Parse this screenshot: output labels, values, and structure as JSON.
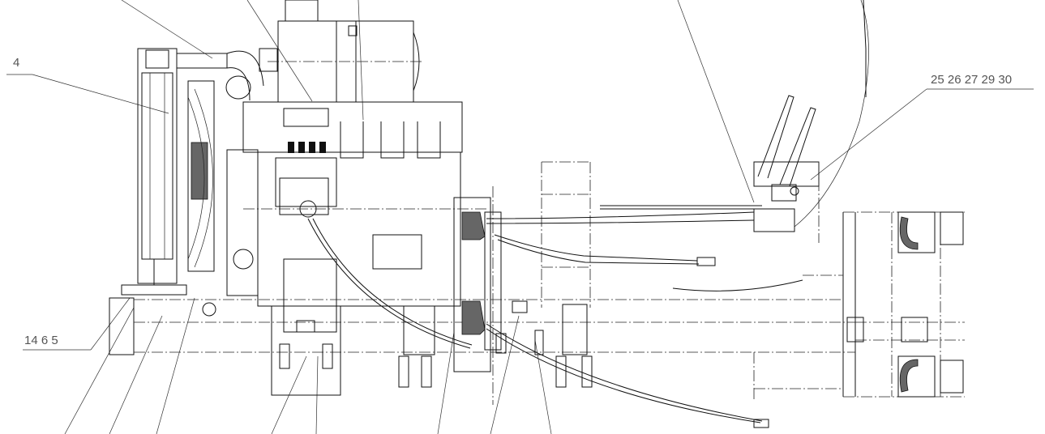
{
  "labels": {
    "left_top": "4",
    "left_bottom": "14  6  5",
    "right_top": "25 26 27 29 30"
  }
}
